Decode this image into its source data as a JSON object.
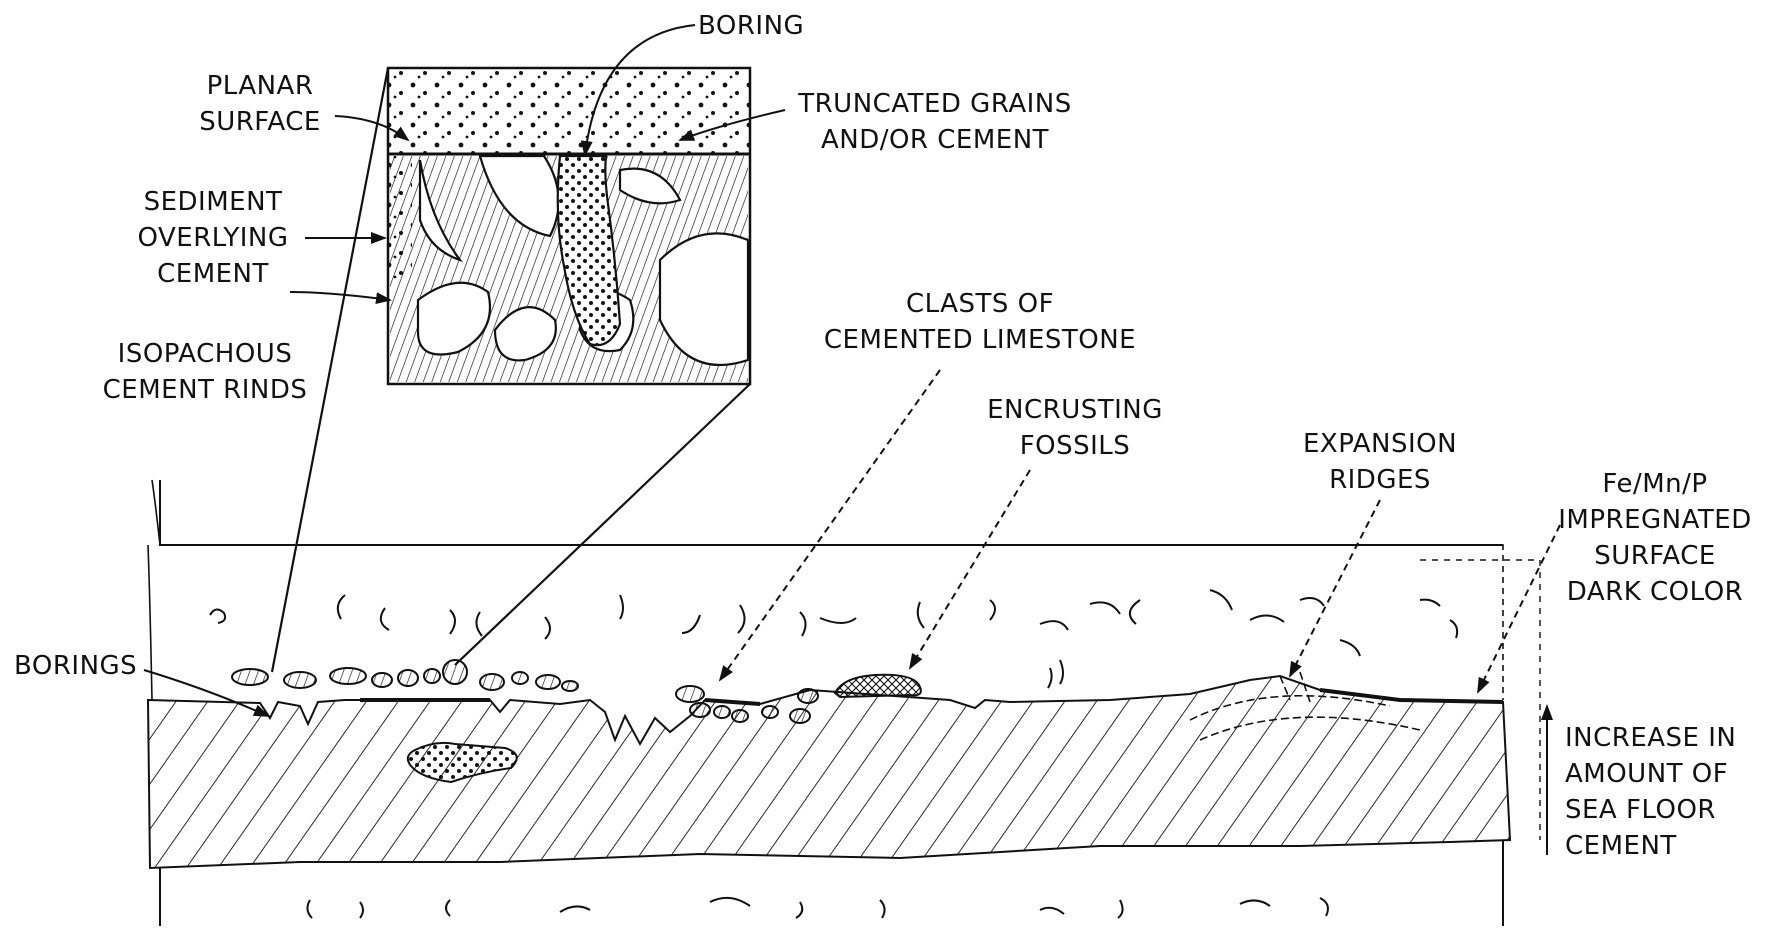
{
  "labels": {
    "boring": "BORING",
    "planar_surface": [
      "PLANAR",
      "SURFACE"
    ],
    "truncated_grains": [
      "TRUNCATED GRAINS",
      "AND/OR CEMENT"
    ],
    "sediment_overlying_cement": [
      "SEDIMENT",
      "OVERLYING",
      "CEMENT"
    ],
    "isopachous_cement_rinds": [
      "ISOPACHOUS",
      "CEMENT RINDS"
    ],
    "clasts_of_cemented_limestone": [
      "CLASTS OF",
      "CEMENTED LIMESTONE"
    ],
    "encrusting_fossils": [
      "ENCRUSTING",
      "FOSSILS"
    ],
    "expansion_ridges": [
      "EXPANSION",
      "RIDGES"
    ],
    "impregnated_surface": [
      "Fe/Mn/P",
      "IMPREGNATED",
      "SURFACE",
      "DARK COLOR"
    ],
    "borings": "BORINGS",
    "increase_cement": [
      "INCREASE IN",
      "AMOUNT OF",
      "SEA FLOOR",
      "CEMENT"
    ]
  },
  "colors": {
    "ink": "#111111",
    "paper": "#ffffff"
  }
}
